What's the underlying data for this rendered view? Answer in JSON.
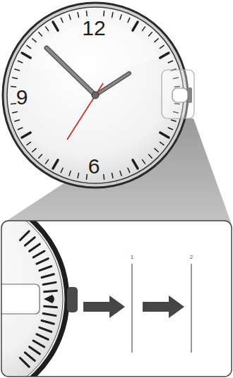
{
  "diagram": {
    "labels": [
      "12",
      "9",
      "6",
      "1",
      "2"
    ]
  }
}
